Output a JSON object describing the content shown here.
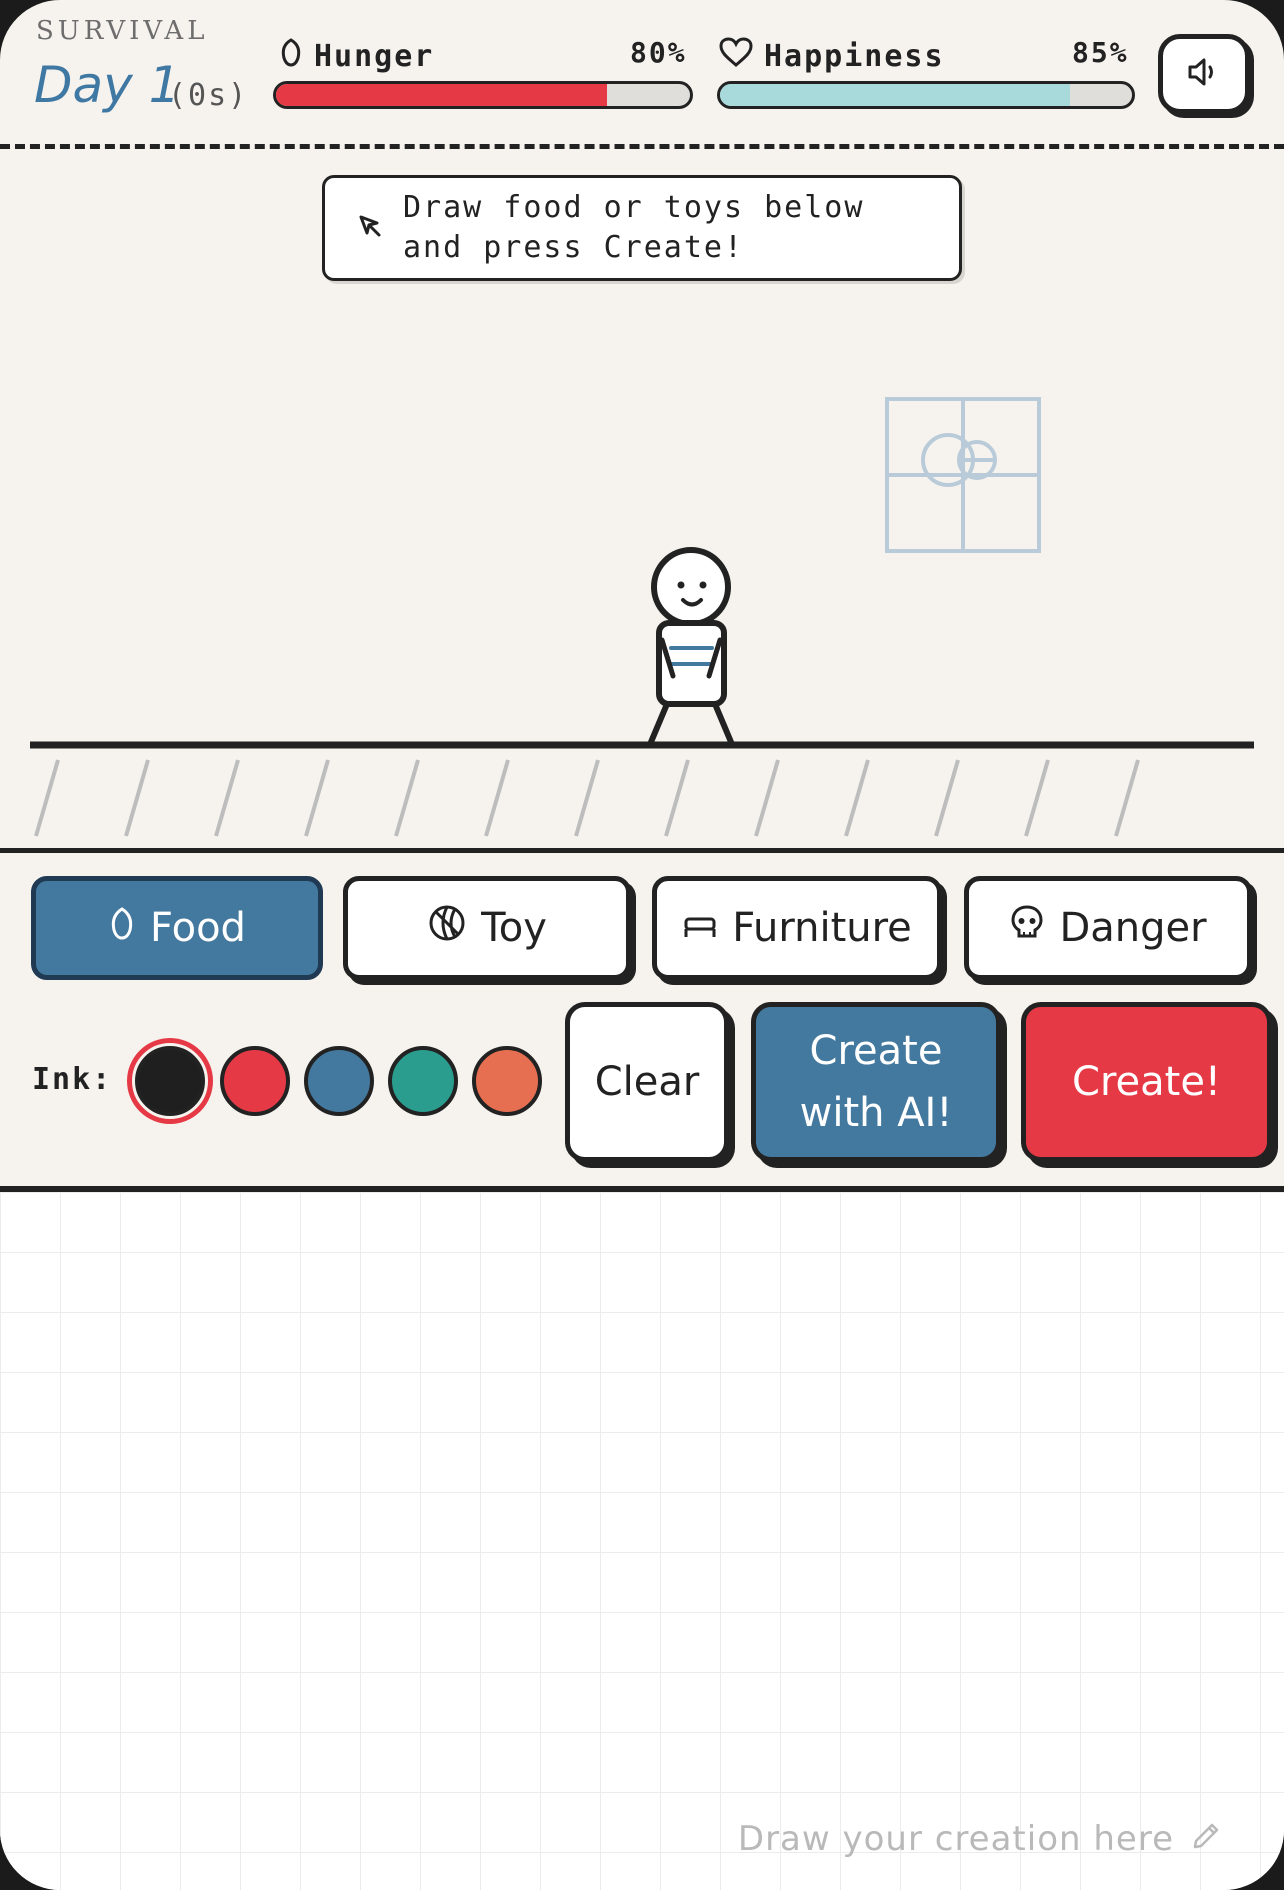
{
  "header": {
    "mode": "SURVIVAL",
    "day": "Day 1",
    "elapsed": "(0s)",
    "sound_icon": "speaker-icon"
  },
  "stats": {
    "hunger": {
      "label": "Hunger",
      "value_text": "80%",
      "value": 80,
      "icon": "apple-icon",
      "color": "#e63946"
    },
    "happiness": {
      "label": "Happiness",
      "value_text": "85%",
      "value": 85,
      "icon": "heart-icon",
      "color": "#a8dadc"
    }
  },
  "hint": {
    "text": "Draw food or toys below\nand press Create!",
    "icon": "pencil-icon"
  },
  "categories": [
    {
      "label": "Food",
      "icon": "apple-icon",
      "active": true
    },
    {
      "label": "Toy",
      "icon": "ball-icon",
      "active": false
    },
    {
      "label": "Furniture",
      "icon": "sofa-icon",
      "active": false
    },
    {
      "label": "Danger",
      "icon": "skull-icon",
      "active": false
    }
  ],
  "ink": {
    "label": "Ink:",
    "colors": [
      "#1f1f1f",
      "#e63946",
      "#44799f",
      "#2a9d8f",
      "#e76f51"
    ],
    "selected": 0
  },
  "actions": {
    "clear": "Clear",
    "create_ai": "Create with AI!",
    "create": "Create!"
  },
  "canvas": {
    "hint": "Draw your creation here"
  },
  "colors": {
    "accent_blue": "#44799f",
    "accent_red": "#e63946",
    "ink": "#222222",
    "paper": "#f6f3ee"
  }
}
